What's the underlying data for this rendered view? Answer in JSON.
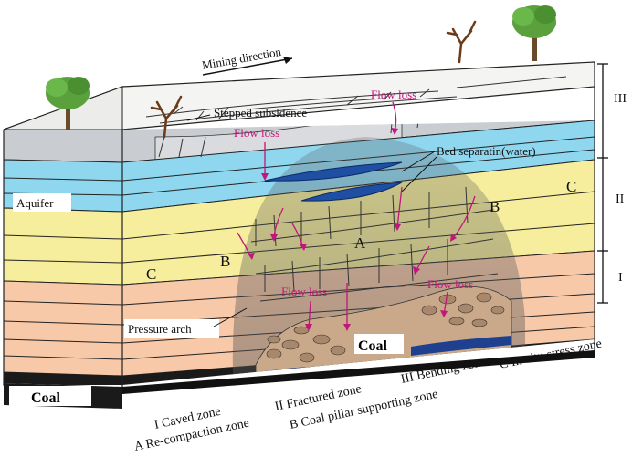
{
  "labels": {
    "mining_direction": "Mining direction",
    "stepped_subsidence": "Stepped subsidence",
    "bed_separation": "Bed separatin(water)",
    "aquifer": "Aquifer",
    "pressure_arch": "Pressure arch",
    "coal_left": "Coal",
    "coal_center": "Coal"
  },
  "flow_loss": [
    "Flow loss",
    "Flow loss",
    "Flow loss",
    "Flow loss"
  ],
  "zone_letters": {
    "a": "A",
    "b_left": "B",
    "b_right": "B",
    "c_left": "C",
    "c_right": "C"
  },
  "zone_scale": [
    "III",
    "II",
    "I"
  ],
  "legend": {
    "caved": "I  Caved zone",
    "fractured": "II  Fractured zone",
    "bending": "III  Bending zone",
    "in_situ": "C In-situ stress zone",
    "recompaction": "A Re-compaction zone",
    "pillar": "B Coal pillar supporting zone"
  },
  "colors": {
    "surface": "#d4d6d8",
    "aquifer": "#8fd6ef",
    "sandstone": "#f6ee9c",
    "lower_rock": "#f7c9a8",
    "coal": "#1a1a1a",
    "flow_loss": "#c0177a",
    "water_lens": "#1f4fa3"
  }
}
